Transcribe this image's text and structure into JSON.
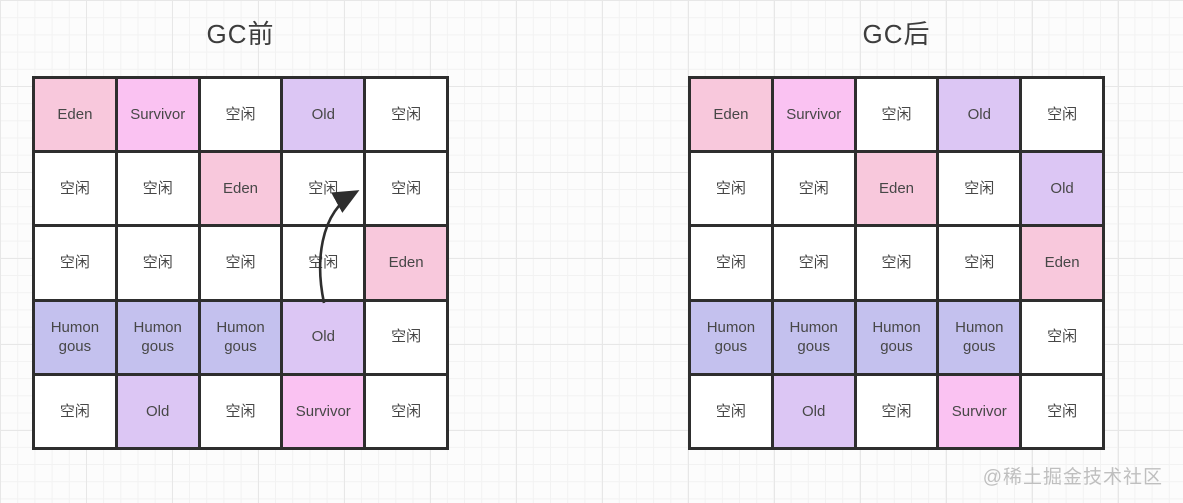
{
  "watermark": "@稀土掘金技术社区",
  "labels": {
    "eden": "Eden",
    "survivor": "Survivor",
    "old": "Old",
    "humongous": "Humon\ngous",
    "free": "空闲"
  },
  "colors": {
    "eden": "#f8c8dc",
    "survivor": "#fac2f2",
    "old": "#dcc6f4",
    "humongous": "#c4c1ee",
    "free": "#ffffff",
    "border": "#2e2e2e",
    "arrow": "#2e2e2e"
  },
  "grids": [
    {
      "title": "GC前",
      "cells": [
        [
          "eden",
          "survivor",
          "free",
          "old",
          "free"
        ],
        [
          "free",
          "free",
          "eden",
          "free",
          "free"
        ],
        [
          "free",
          "free",
          "free",
          "free",
          "eden"
        ],
        [
          "humongous",
          "humongous",
          "humongous",
          "old",
          "free"
        ],
        [
          "free",
          "old",
          "free",
          "survivor",
          "free"
        ]
      ]
    },
    {
      "title": "GC后",
      "cells": [
        [
          "eden",
          "survivor",
          "free",
          "old",
          "free"
        ],
        [
          "free",
          "free",
          "eden",
          "free",
          "old"
        ],
        [
          "free",
          "free",
          "free",
          "free",
          "eden"
        ],
        [
          "humongous",
          "humongous",
          "humongous",
          "humongous",
          "free"
        ],
        [
          "free",
          "old",
          "free",
          "survivor",
          "free"
        ]
      ]
    }
  ],
  "arrow": {
    "from": "old-region-before-gc",
    "to": "free-region-before-gc"
  }
}
